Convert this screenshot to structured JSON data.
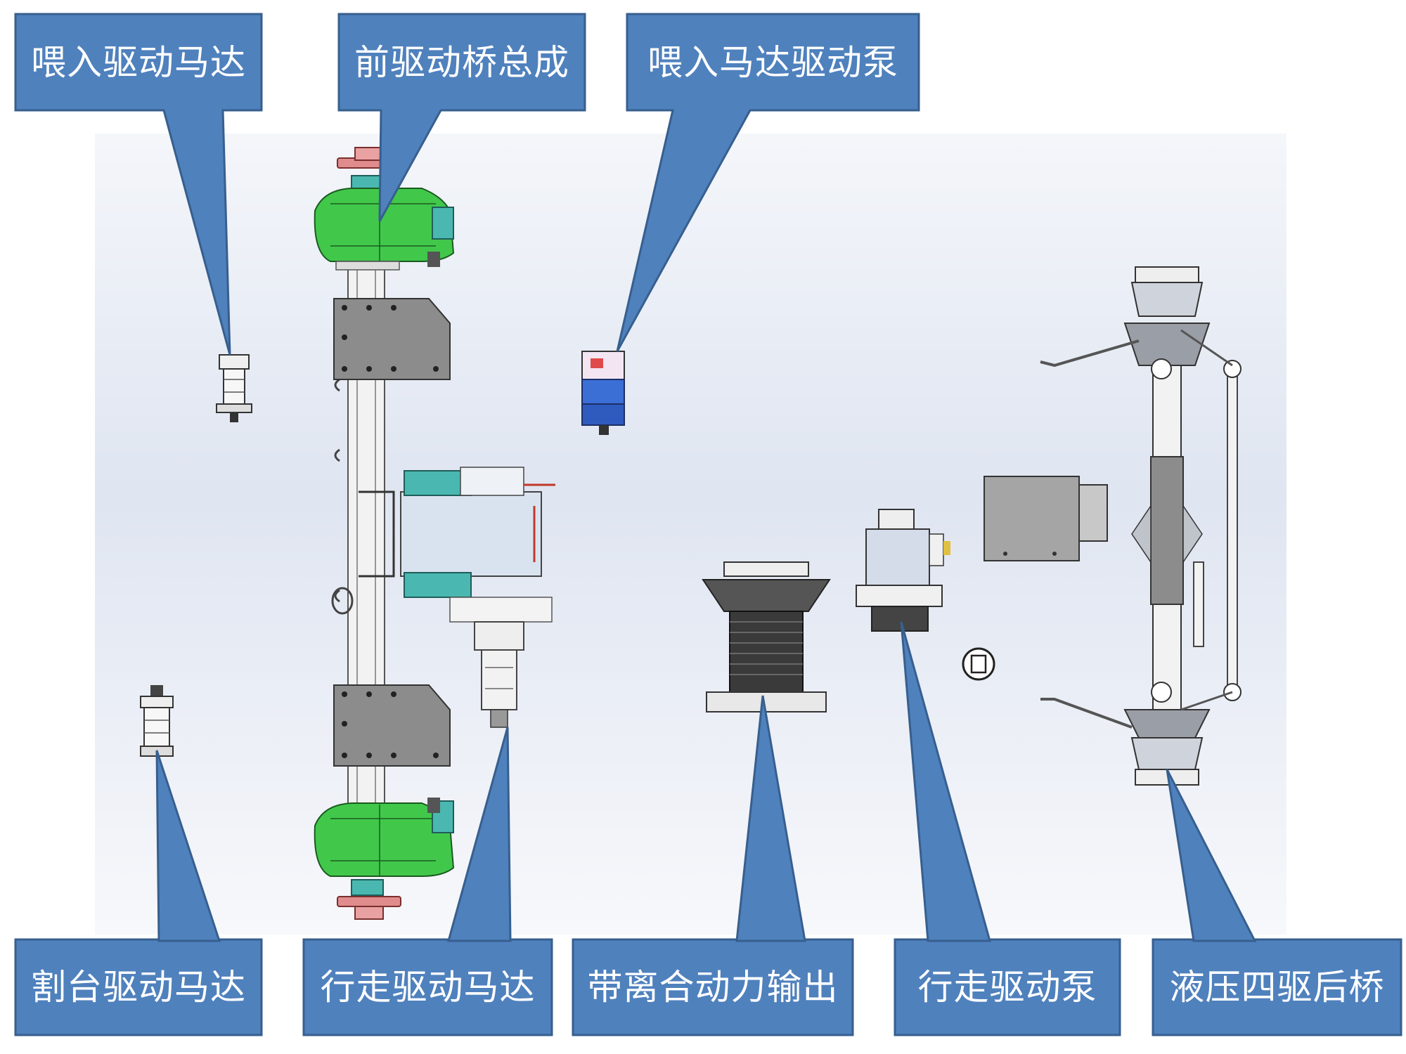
{
  "colors": {
    "callout_fill": "#4f81bd",
    "callout_border": "#375f8e",
    "green_part": "#41c84b",
    "teal_part": "#4ab8b0",
    "red_flange": "#e08c8c",
    "frame_gray": "#8c8c8c",
    "background_blue": "#e9edf5"
  },
  "labels": {
    "weiru_qudong_mada": "喂入驱动马达",
    "qian_qudongqiao_zongcheng": "前驱动桥总成",
    "weiru_mada_qudongbeng": "喂入马达驱动泵",
    "getai_qudong_mada": "割台驱动马达",
    "xingzou_qudong_mada": "行走驱动马达",
    "dai_lihe_donglishuchu": "带离合动力输出",
    "xingzou_qudongbeng": "行走驱动泵",
    "yeya_siqu_houqiao": "液压四驱后桥"
  }
}
